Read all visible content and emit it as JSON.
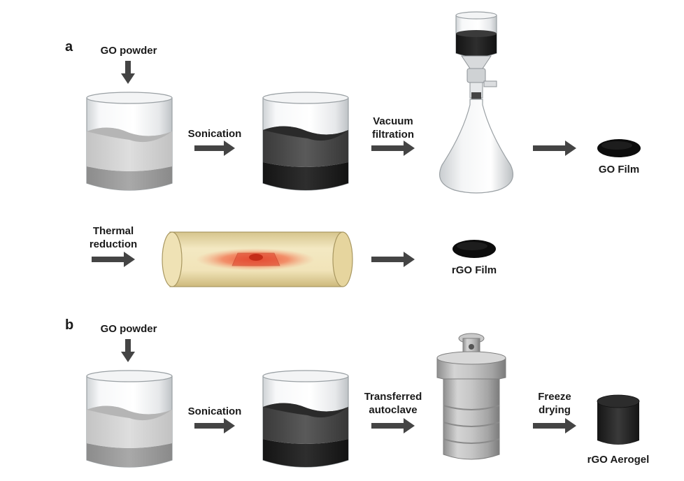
{
  "panels": {
    "a": "a",
    "b": "b"
  },
  "row_a1": {
    "input": "GO powder",
    "step1": "Sonication",
    "step2_line1": "Vacuum",
    "step2_line2": "filtration",
    "product": "GO Film"
  },
  "row_a2": {
    "step_line1": "Thermal",
    "step_line2": "reduction",
    "product": "rGO Film"
  },
  "row_b": {
    "input": "GO powder",
    "step1": "Sonication",
    "step2_line1": "Transferred",
    "step2_line2": "autoclave",
    "step3_line1": "Freeze",
    "step3_line2": "drying",
    "product": "rGO Aerogel"
  },
  "colors": {
    "arrow": "#444444",
    "go_light": "#9a9a9a",
    "go_dark": "#1e1e1e",
    "film": "#0c0c0c",
    "tube": "#e8d9a6",
    "heat": "#f06a4a",
    "autoclave": "#b9b9b9"
  }
}
